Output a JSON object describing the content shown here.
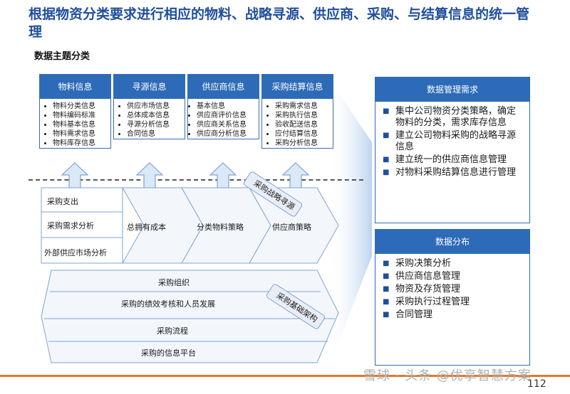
{
  "title": "根据物资分类要求进行相应的物料、战略寻源、供应商、采购、与结算信息的统一管理",
  "subtitle": "数据主题分类",
  "categories": [
    {
      "label": "物料信息",
      "items": [
        "物料分类信息",
        "物料编码标准",
        "物料基本信息",
        "物料需求信息",
        "物料库存信息"
      ]
    },
    {
      "label": "寻源信息",
      "items": [
        "供应市场信息",
        "总体成本信息",
        "寻源分析信息",
        "合同信息"
      ]
    },
    {
      "label": "供应商信息",
      "items": [
        "基本信息",
        "供应商评价信息",
        "供应商关系信息",
        "供应商分析信息"
      ]
    },
    {
      "label": "采购结算信息",
      "items": [
        "采购需求信息",
        "采购执行信息",
        "验收配送信息",
        "应付结算信息",
        "采购分析信息"
      ]
    }
  ],
  "strategy": {
    "band_label": "采购战略寻源",
    "left": [
      "采购支出",
      "采购需求分析",
      "外部供应市场分析"
    ],
    "steps": [
      "总拥有成本",
      "分类物料策略",
      "供应商策略"
    ]
  },
  "foundation": {
    "band_label": "采购基础架构",
    "rows": [
      "采购组织",
      "采购的绩效考核和人员发展",
      "采购流程",
      "采购的信息平台"
    ]
  },
  "panels": [
    {
      "label": "数据管理需求",
      "items": [
        "集中公司物资分类策略，确定物料的分类，需求库存信息",
        "建立公司物料采购的战略寻源信息",
        "建立统一的供应商信息管理",
        "对物料采购结算信息进行管理"
      ]
    },
    {
      "label": "数据分布",
      "items": [
        "采购决策分析",
        "供应商信息管理",
        "物资及存货管理",
        "采购执行过程管理",
        "合同管理"
      ]
    }
  ],
  "watermark": "雪球 · 头条 @优享智慧方案",
  "page_number": "112"
}
